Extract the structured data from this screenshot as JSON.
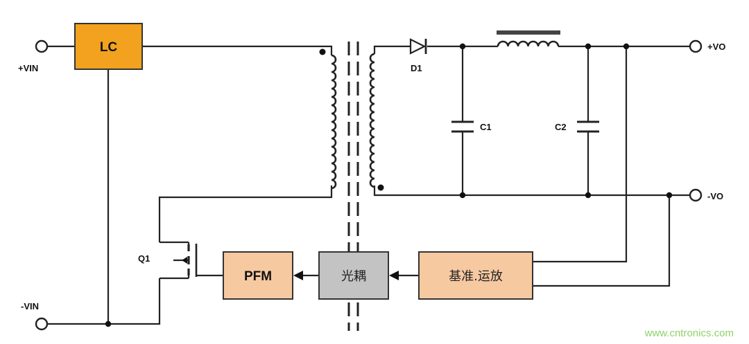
{
  "colors": {
    "lc_block": "#f2a21e",
    "control_block": "#f7c9a1",
    "optocoupler_block": "#c3c3c3",
    "wire": "#222222",
    "watermark": "#8fd16a"
  },
  "labels": {
    "vin_pos": "+VIN",
    "vin_neg": "-VIN",
    "vo_pos": "+VO",
    "vo_neg": "-VO",
    "diode": "D1",
    "cap1": "C1",
    "cap2": "C2",
    "transistor": "Q1"
  },
  "blocks": {
    "lc": "LC",
    "pfm": "PFM",
    "optocoupler": "光耦",
    "reference_opamp": "基准.运放"
  },
  "watermark": "www.cntronics.com"
}
